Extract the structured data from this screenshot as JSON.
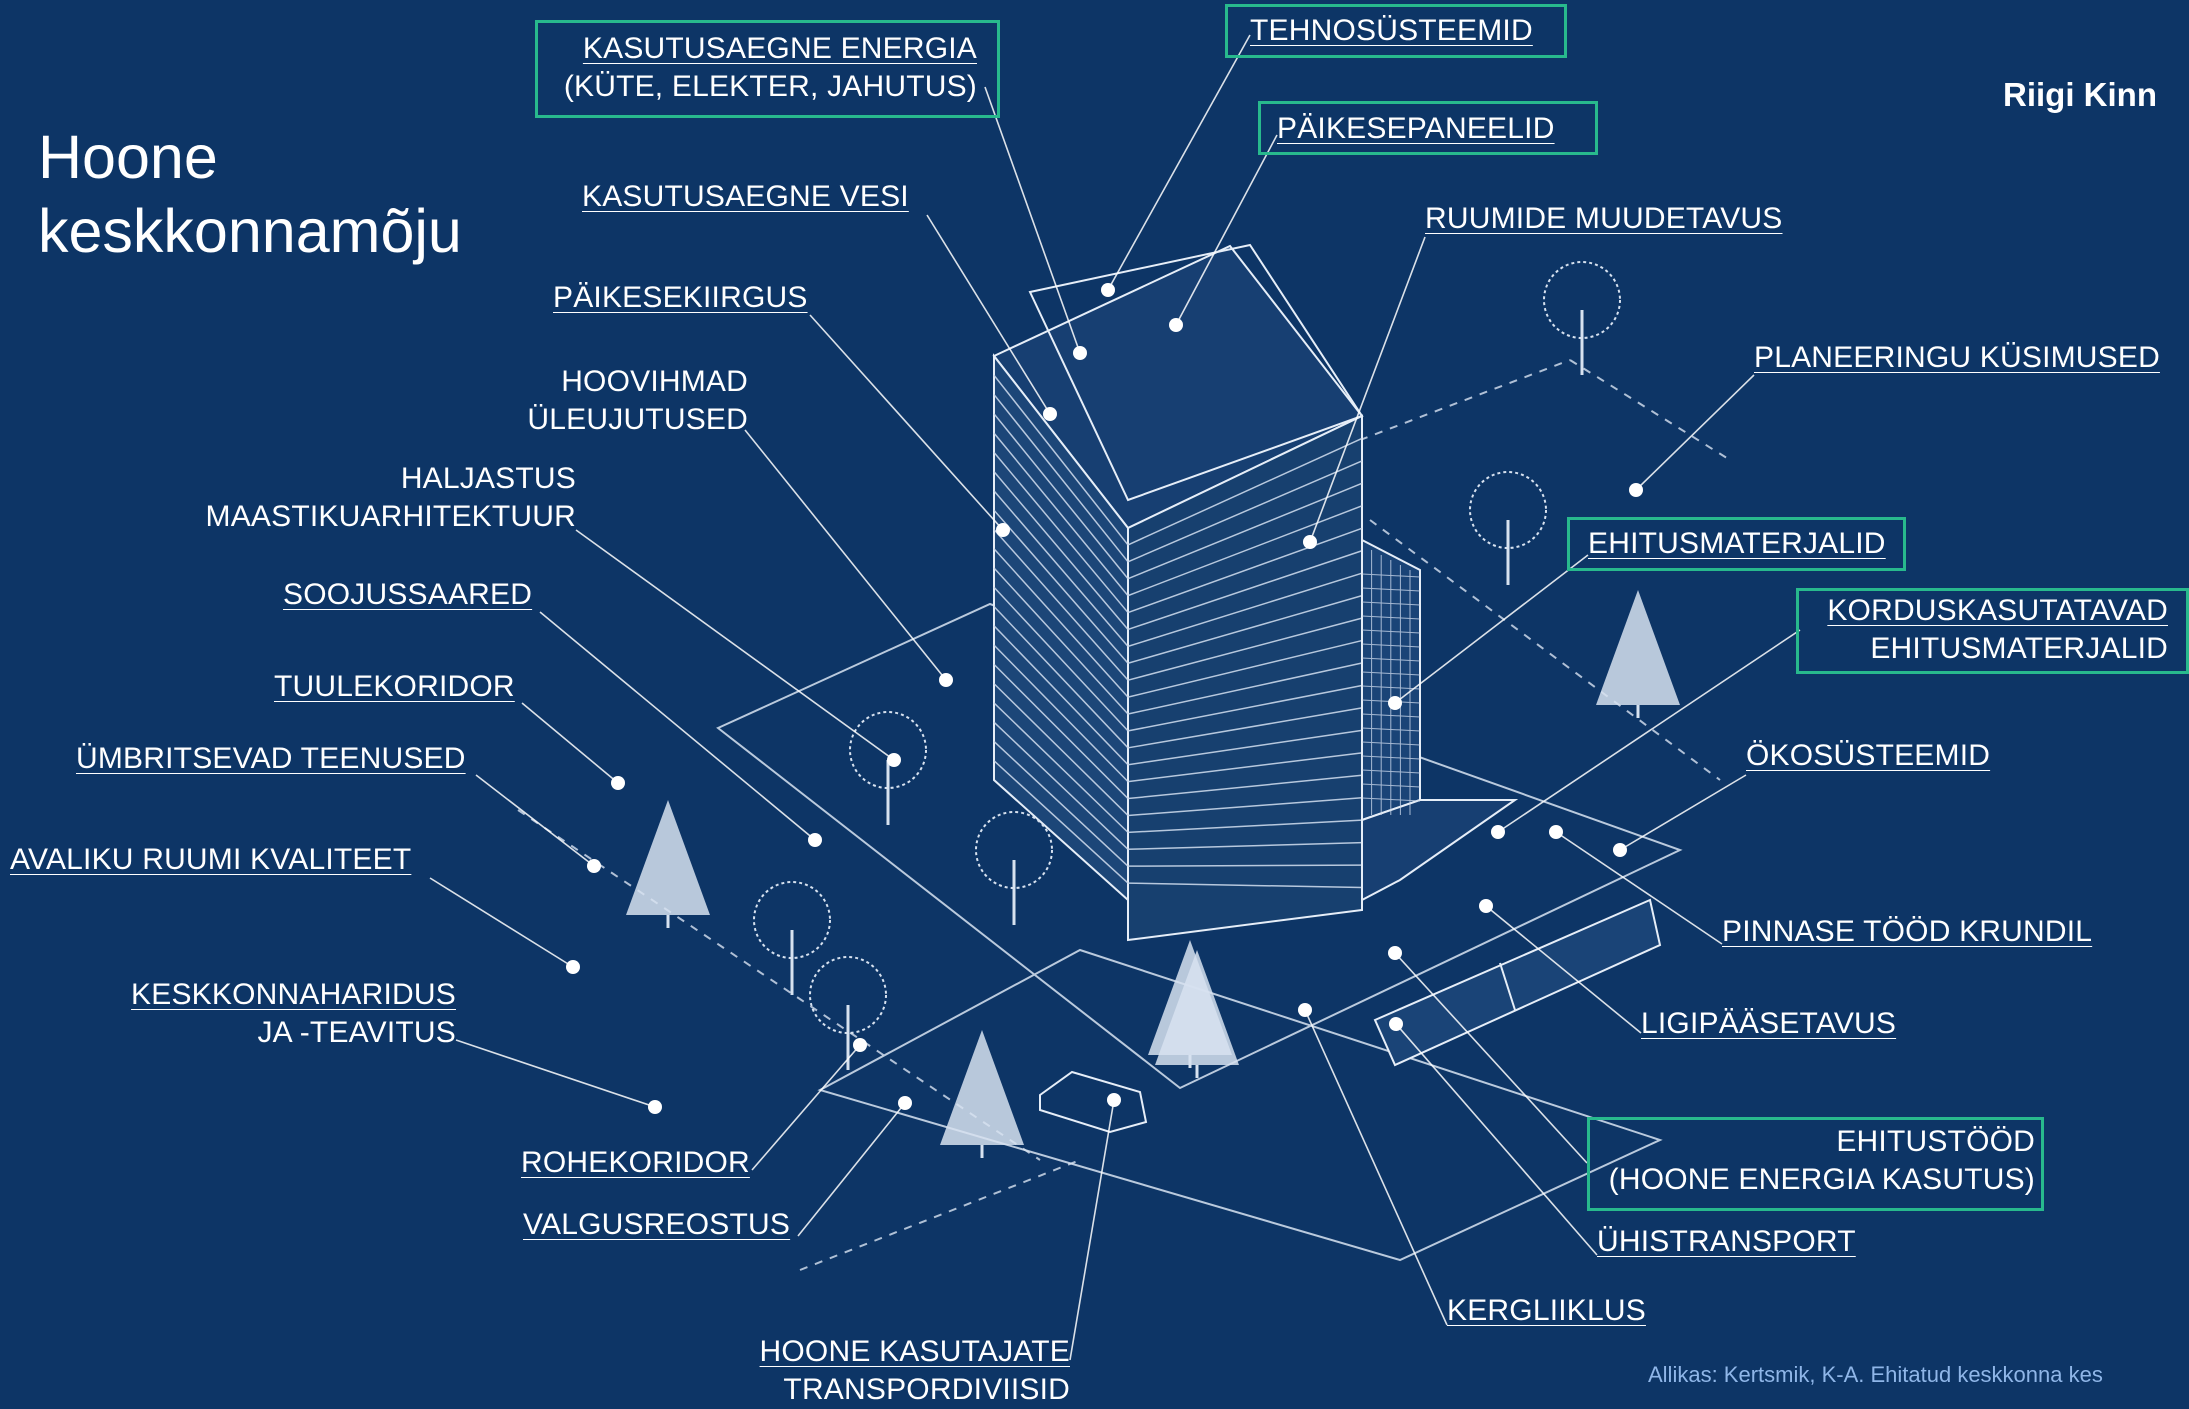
{
  "title": {
    "line1": "Hoone",
    "line2": "keskkonnamõju"
  },
  "organization": "Riigi Kinn",
  "source": "Allikas: Kertsmik, K-A. Ehitatud keskkonna kes",
  "highlight_color": "#28b98d",
  "background_color": "#0d3566",
  "labels": {
    "kasutusaegne_energia": {
      "line1": "KASUTUSAEGNE ENERGIA",
      "line2": "(KÜTE, ELEKTER, JAHUTUS)",
      "highlighted": true
    },
    "tehnosysteemid": {
      "line1": "TEHNOSÜSTEEMID",
      "highlighted": true
    },
    "paikesepaneelid": {
      "line1": "PÄIKESEPANEELID",
      "highlighted": true
    },
    "kasutusaegne_vesi": {
      "line1": "KASUTUSAEGNE VESI"
    },
    "ruumide_muudetavus": {
      "line1": "RUUMIDE MUUDETAVUS"
    },
    "paikesekiirgus": {
      "line1": "PÄIKESEKIIRGUS"
    },
    "planeeringu_kysimused": {
      "line1": "PLANEERINGU KÜSIMUSED"
    },
    "hoovihmad": {
      "line1": "HOOVIHMAD",
      "line2": "ÜLEUJUTUSED"
    },
    "haljastus": {
      "line1": "HALJASTUS",
      "line2": "MAASTIKUARHITEKTUUR"
    },
    "ehitusmaterjalid": {
      "line1": "EHITUSMATERJALID",
      "highlighted": true
    },
    "soojussaared": {
      "line1": "SOOJUSSAARED"
    },
    "korduskasutatavad": {
      "line1": "KORDUSKASUTATAVAD",
      "line2": "EHITUSMATERJALID",
      "highlighted": true
    },
    "tuulekoridor": {
      "line1": "TUULEKORIDOR"
    },
    "okosysteemid": {
      "line1": "ÖKOSÜSTEEMID"
    },
    "ymbritsevad_teenused": {
      "line1": "ÜMBRITSEVAD TEENUSED"
    },
    "avaliku_ruumi": {
      "line1": "AVALIKU RUUMI KVALITEET"
    },
    "pinnase_tood": {
      "line1": "PINNASE TÖÖD KRUNDIL"
    },
    "keskkonnaharidus": {
      "line1": "KESKKONNAHARIDUS",
      "line2": "JA -TEAVITUS"
    },
    "ligipaasetavus": {
      "line1": "LIGIPÄÄSETAVUS"
    },
    "ehitustood": {
      "line1": "EHITUSTÖÖD",
      "line2": "(HOONE ENERGIA KASUTUS)",
      "highlighted": true
    },
    "rohekoridor": {
      "line1": "ROHEKORIDOR"
    },
    "valgusreostus": {
      "line1": "VALGUSREOSTUS"
    },
    "yhistransport": {
      "line1": "ÜHISTRANSPORT"
    },
    "kergliiklus": {
      "line1": "KERGLIIKLUS"
    },
    "transpordiviisid": {
      "line1": "HOONE KASUTAJATE",
      "line2": "TRANSPORDIVIISID"
    }
  }
}
